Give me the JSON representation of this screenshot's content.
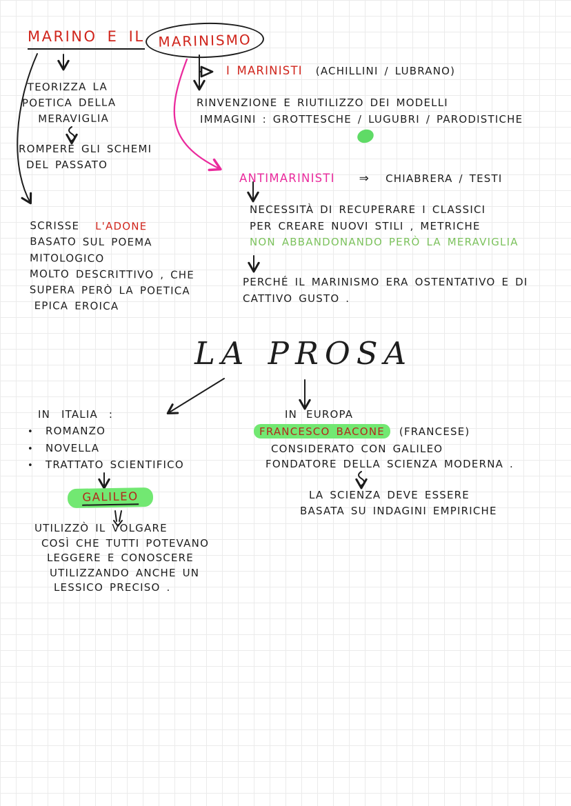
{
  "colors": {
    "ink": "#1d1d1d",
    "red": "#d0251c",
    "pink": "#ea2b9d",
    "green_text": "#7cc25d",
    "green_highlight": "#72e872",
    "grid": "#ebebeb"
  },
  "title": {
    "underlined": "MARINO E IL",
    "circled": "MARINISMO"
  },
  "marino": {
    "poetica": {
      "l1": "TEORIZZA LA",
      "l2": "POETICA DELLA",
      "l3": "MERAVIGLIA"
    },
    "rompere": {
      "l1": "ROMPERE GLI SCHEMI",
      "l2": "DEL PASSATO"
    },
    "adone": {
      "prefix": "SCRISSE",
      "title": "L'ADONE",
      "l1": "BASATO SUL POEMA",
      "l2": "MITOLOGICO",
      "l3": "MOLTO DESCRITTIVO , CHE",
      "l4": "SUPERA PERÒ LA POETICA",
      "l5": "EPICA EROICA"
    }
  },
  "marinisti": {
    "label": "I MARINISTI",
    "authors": "(ACHILLINI / LUBRANO)",
    "l1": "RINVENZIONE E RIUTILIZZO DEI MODELLI",
    "l2": "IMMAGINI : GROTTESCHE / LUGUBRI / PARODISTICHE"
  },
  "antimarinisti": {
    "label": "ANTIMARINISTI",
    "implies": "⇒",
    "authors": "CHIABRERA / TESTI",
    "l1": "NECESSITÀ DI RECUPERARE I CLASSICI",
    "l2": "PER CREARE NUOVI STILI , METRICHE",
    "green": "NON ABBANDONANDO PERÒ LA MERAVIGLIA",
    "because1": "PERCHÉ IL MARINISMO ERA OSTENTATIVO E DI",
    "because2": "CATTIVO GUSTO ."
  },
  "prosa": {
    "title": "LA PROSA",
    "italia": {
      "heading": "IN ITALIA :",
      "bullet": "•",
      "b1": "ROMANZO",
      "b2": "NOVELLA",
      "b3": "TRATTATO SCIENTIFICO",
      "galileo": "GALILEO",
      "v1": "UTILIZZÒ IL VOLGARE",
      "v2": "COSÌ CHE TUTTI POTEVANO",
      "v3": "LEGGERE E CONOSCERE",
      "v4": "UTILIZZANDO ANCHE UN",
      "v5": "LESSICO PRECISO ."
    },
    "europa": {
      "heading": "IN EUROPA",
      "bacone": "FRANCESCO BACONE",
      "bacone_nat": "(FRANCESE)",
      "l1": "CONSIDERATO CON GALILEO",
      "l2": "FONDATORE DELLA SCIENZA MODERNA .",
      "s1": "LA SCIENZA DEVE ESSERE",
      "s2": "BASATA SU INDAGINI EMPIRICHE"
    }
  }
}
